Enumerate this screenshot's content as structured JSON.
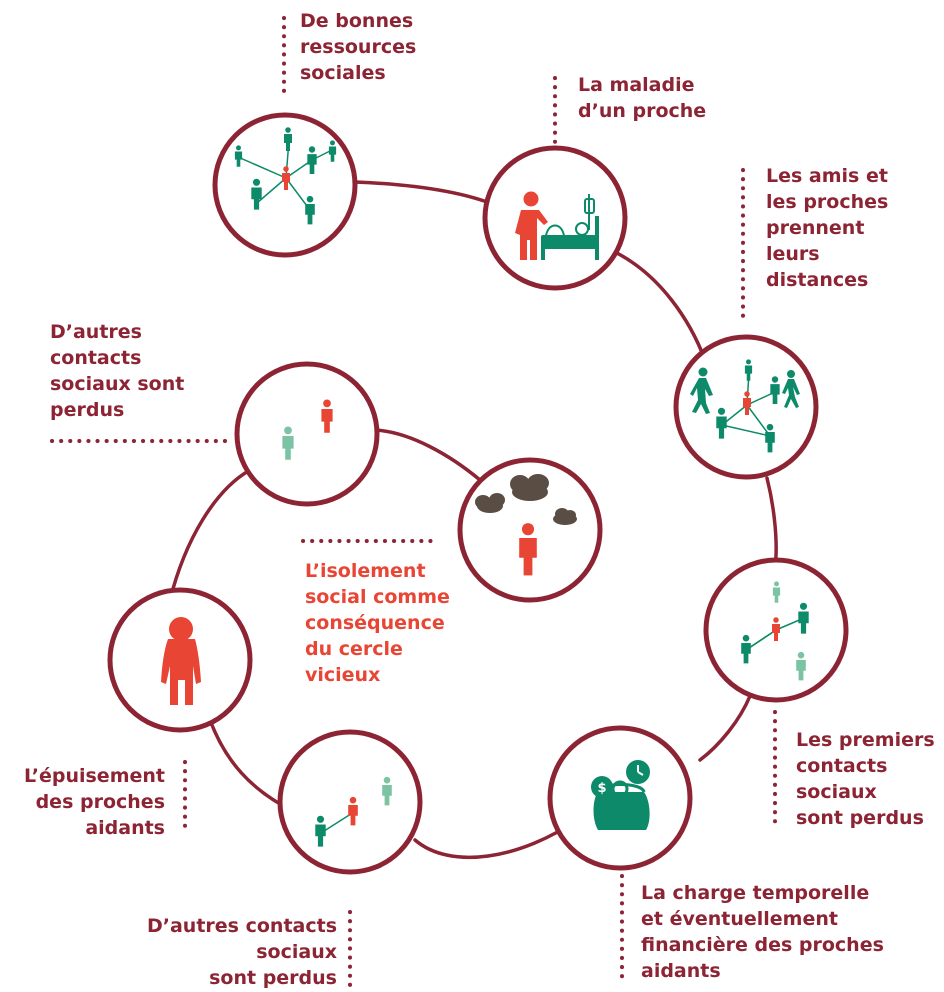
{
  "colors": {
    "maroon": "#8c2434",
    "red": "#e84535",
    "green": "#0d8a6a",
    "light_green": "#7cc3a3",
    "dark_gray": "#5a4e44",
    "white": "#ffffff"
  },
  "labels": {
    "social_resources": "De bonnes\nressources\nsociales",
    "illness": "La maladie\nd’un proche",
    "friends_distance": "Les amis et\nles proches\nprennent\nleurs\ndistances",
    "first_contacts_lost": "Les premiers\ncontacts\nsociaux\nsont perdus",
    "time_burden": "La charge temporelle\net éventuellement\nfinancière des proches\naidants",
    "other_contacts_bottom": "D’autres contacts\nsociaux\nsont perdus",
    "exhaustion": "L’épuisement\ndes proches\naidants",
    "other_contacts_top": "D’autres\ncontacts\nsociaux sont\nperdus",
    "isolation": "L’isolement\nsocial comme\nconséquence\ndu cercle\nvicieux"
  },
  "icons": {
    "social_network": "social-network-icon",
    "hospital_bed": "hospital-bed-icon",
    "people_walking_away": "people-leaving-icon",
    "fewer_contacts": "fewer-contacts-icon",
    "money_purse": "money-purse-clock-icon",
    "two_contacts": "two-contacts-icon",
    "exhausted_person": "exhausted-person-icon",
    "two_people": "two-people-icon",
    "clouds_person": "dark-clouds-person-icon"
  }
}
